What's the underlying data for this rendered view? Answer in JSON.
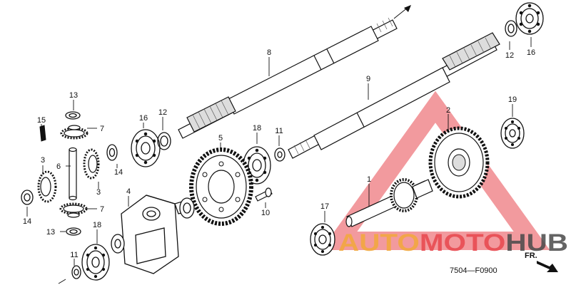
{
  "diagram": {
    "callouts": {
      "c1": "1",
      "c2": "2",
      "c3a": "3",
      "c3b": "3",
      "c4": "4",
      "c5": "5",
      "c6": "6",
      "c7a": "7",
      "c7b": "7",
      "c8": "8",
      "c9": "9",
      "c10": "10",
      "c11a": "11",
      "c11b": "11",
      "c12a": "12",
      "c12b": "12",
      "c13a": "13",
      "c13b": "13",
      "c14a": "14",
      "c14b": "14",
      "c15": "15",
      "c16a": "16",
      "c16b": "16",
      "c17": "17",
      "c18a": "18",
      "c18b": "18",
      "c19": "19"
    },
    "diagram_code": "7504—F0900",
    "direction_label": "FR."
  },
  "watermark": {
    "word_part1": "AUTO",
    "word_part2": "MOTO",
    "word_part3": "HUB",
    "colors": {
      "triangle": "#e8474e",
      "auto": "#f2a93b",
      "moto": "#e8474e",
      "hub": "#4a4a4a"
    }
  }
}
